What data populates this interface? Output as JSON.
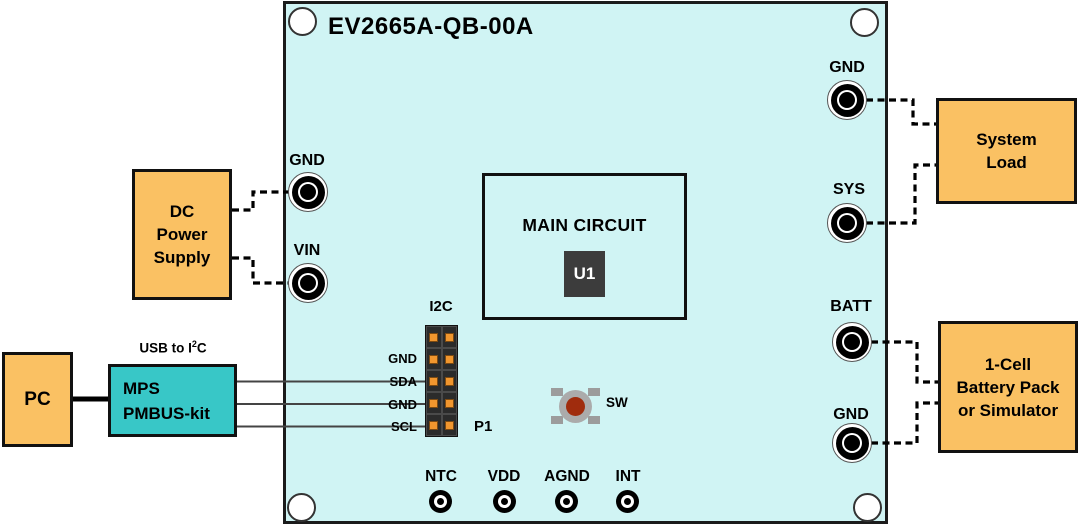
{
  "colors": {
    "board_fill": "#D0F4F4",
    "block_orange": "#FAC163",
    "block_teal": "#38C7C7",
    "header_pin_orange": "#F1962E",
    "switch_body_gray": "#ABABAB",
    "switch_cap_red": "#A02C0D",
    "chip_dark": "#3C3C3C"
  },
  "board": {
    "title": "EV2665A-QB-00A",
    "main_circuit": {
      "label": "MAIN CIRCUIT",
      "chip_label": "U1"
    },
    "i2c_header": {
      "label": "I2C",
      "refdes": "P1",
      "pin_labels": [
        "GND",
        "SDA",
        "GND",
        "SCL"
      ]
    },
    "switch": {
      "label": "SW"
    },
    "left_jacks": [
      {
        "label": "GND"
      },
      {
        "label": "VIN"
      }
    ],
    "right_jacks": [
      {
        "label": "GND"
      },
      {
        "label": "SYS"
      },
      {
        "label": "BATT"
      },
      {
        "label": "GND"
      }
    ],
    "bottom_testpoints": [
      {
        "label": "NTC"
      },
      {
        "label": "VDD"
      },
      {
        "label": "AGND"
      },
      {
        "label": "INT"
      }
    ]
  },
  "external_blocks": {
    "dc_power_supply": {
      "lines": [
        "DC",
        "Power",
        "Supply"
      ]
    },
    "pc": {
      "label": "PC"
    },
    "pmbus_kit": {
      "caption_prefix": "USB to I",
      "caption_sup": "2",
      "caption_suffix": "C",
      "lines": [
        "MPS",
        "PMBUS-kit"
      ]
    },
    "system_load": {
      "lines": [
        "System",
        "Load"
      ]
    },
    "battery": {
      "lines": [
        "1-Cell",
        "Battery Pack",
        "or Simulator"
      ]
    }
  }
}
